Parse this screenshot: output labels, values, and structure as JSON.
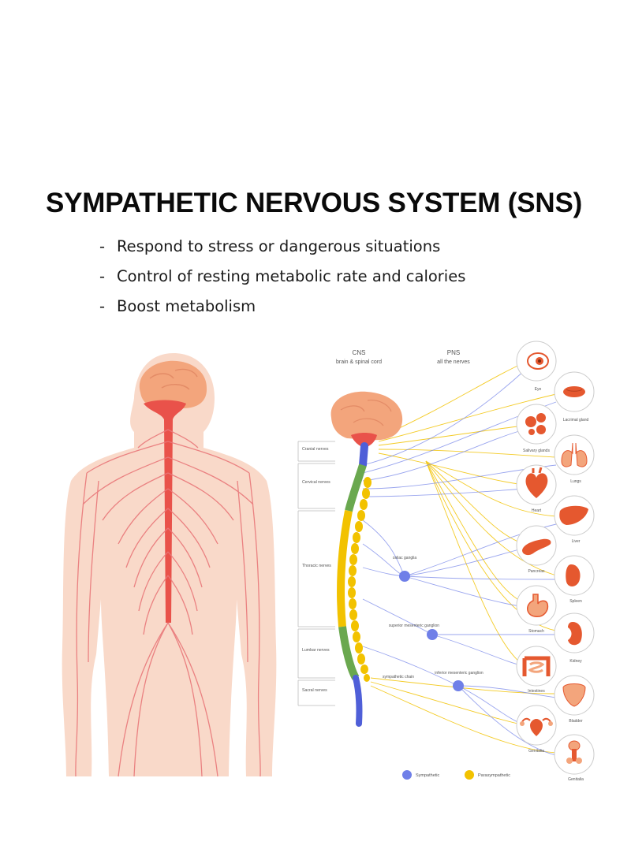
{
  "title": "SYMPATHETIC NERVOUS SYSTEM (SNS)",
  "bullets": [
    {
      "dash": "-",
      "text": "Respond to stress or dangerous situations"
    },
    {
      "dash": "-",
      "text": "Control of resting metabolic rate and calories"
    },
    {
      "dash": "-",
      "text": "Boost metabolism"
    }
  ],
  "diagram": {
    "cns": {
      "title": "CNS",
      "subtitle": "brain & spinal cord"
    },
    "pns": {
      "title": "PNS",
      "subtitle": "all the nerves"
    },
    "spine_regions": [
      "Cranial nerves",
      "Cervical nerves",
      "Thoracic nerves",
      "Lumbar nerves",
      "Sacral nerves"
    ],
    "ganglia": [
      "celiac ganglia",
      "superior mesenteric ganglion",
      "inferior mesenteric ganglion",
      "sympathetic chain"
    ],
    "organs": [
      "Eye",
      "Lacrimal gland",
      "Salivary glands",
      "Lungs",
      "Heart",
      "Liver",
      "Pancreas",
      "Spleen",
      "Stomach",
      "Kidney",
      "Intestines",
      "Bladder",
      "Genitalia",
      "Genitalia"
    ],
    "legend": [
      {
        "label": "Sympathetic",
        "color": "#6f7fe8"
      },
      {
        "label": "Parasympathetic",
        "color": "#f2c200"
      }
    ]
  },
  "colors": {
    "skin": "#f9d9c9",
    "nerve": "#e9787a",
    "brain": "#f3a57c",
    "spinal_cord": "#e9524a",
    "sympathetic": "#6f7fe8",
    "parasympathetic": "#f2c200",
    "cervical": "#6aa84f",
    "organ": "#e5582f"
  }
}
